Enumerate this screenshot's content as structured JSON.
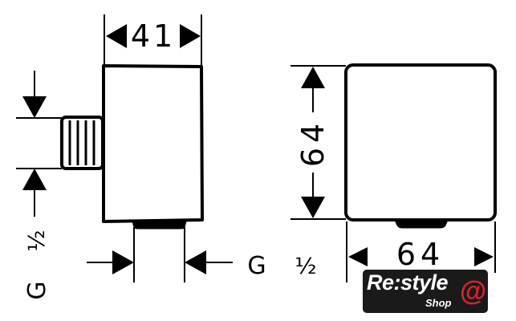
{
  "drawing": {
    "side_view": {
      "width_dim": "41",
      "thread_label_g": "G",
      "thread_label_size": "½",
      "bottom_thread_g": "G",
      "bottom_thread_size": "½"
    },
    "front_view": {
      "height_dim": "64",
      "width_dim": "64"
    }
  },
  "logo": {
    "main": "Re:style",
    "sub": "Shop",
    "mark": "@",
    "colors": {
      "background": "#1a1a1a",
      "accent": "#d8232a"
    }
  }
}
